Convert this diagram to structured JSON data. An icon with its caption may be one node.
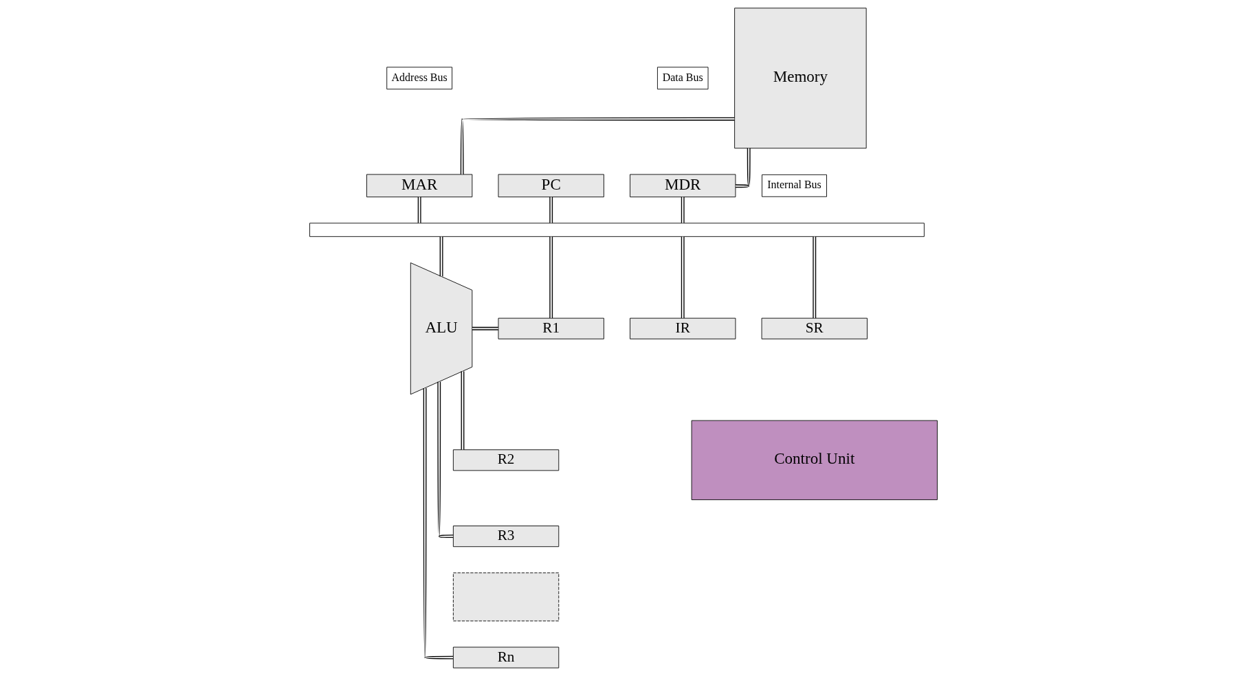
{
  "diagram": {
    "nodes": [
      {
        "text": [
          "Address Bus"
        ]
      },
      {
        "text": [
          "Memory"
        ]
      },
      {
        "text": [
          "Data Bus"
        ]
      },
      {
        "text": [
          "PC"
        ]
      },
      {
        "text": [
          "MAR"
        ]
      },
      {
        "text": [
          "MDR"
        ]
      },
      {
        "text": [
          "Internal Bus"
        ]
      },
      {
        "text": [],
        "shape": "bar"
      },
      {
        "text": [
          "ALU"
        ]
      },
      {
        "text": [
          "R1"
        ]
      },
      {
        "text": [
          "R2"
        ]
      },
      {
        "text": [
          "R3"
        ]
      },
      {
        "text": [],
        "shape": "box"
      },
      {
        "text": [
          "Rn"
        ]
      },
      {
        "text": [
          "IR"
        ]
      },
      {
        "text": [
          "SR"
        ]
      },
      {
        "text": [
          "Control Unit"
        ]
      }
    ],
    "edges": [
      {
        "from": 4,
        "to": 1,
        "arrow": "none"
      },
      {
        "from": 5,
        "to": 1,
        "arrow": "none"
      },
      {
        "from": 3,
        "to": 7,
        "arrow": "none"
      },
      {
        "from": 4,
        "to": 7,
        "arrow": "none"
      },
      {
        "from": 5,
        "to": 7,
        "arrow": "none"
      },
      {
        "from": 7,
        "to": 9,
        "arrow": "none"
      },
      {
        "from": 7,
        "to": 14,
        "arrow": "none"
      },
      {
        "from": 7,
        "to": 15,
        "arrow": "none"
      },
      {
        "from": 7,
        "to": 8,
        "arrow": "none"
      },
      {
        "from": 8,
        "to": 9,
        "arrow": "none"
      },
      {
        "from": 8,
        "to": 10,
        "arrow": "none"
      },
      {
        "from": 8,
        "to": 11,
        "arrow": "none"
      },
      {
        "from": 8,
        "to": 13,
        "arrow": "none"
      }
    ]
  }
}
